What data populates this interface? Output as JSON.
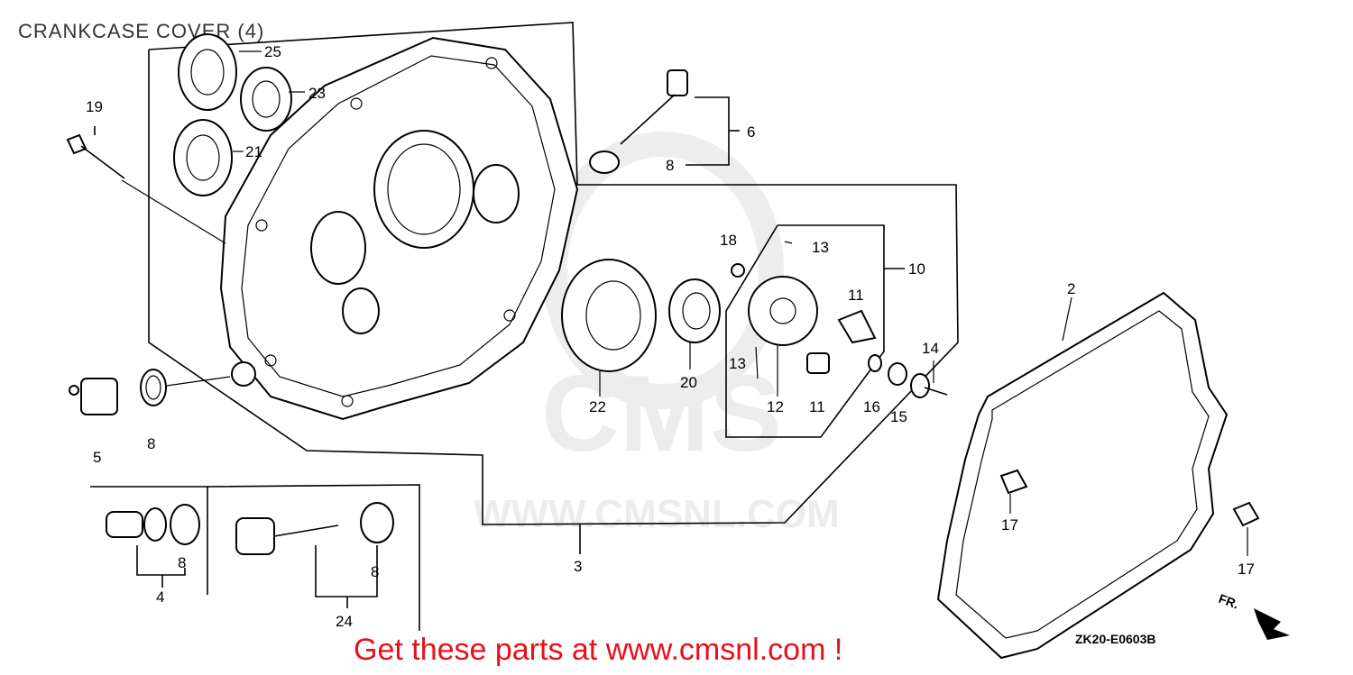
{
  "title": "CRANKCASE COVER (4)",
  "diagram_code": "ZK20-E0603B",
  "watermark": {
    "brand": "CMS",
    "url": "WWW.CMSNL.COM"
  },
  "direction_marker": "FR.",
  "cta_text": "Get these parts at www.cmsnl.com !",
  "callouts": [
    {
      "id": "c2",
      "label": "2"
    },
    {
      "id": "c3",
      "label": "3"
    },
    {
      "id": "c4",
      "label": "4"
    },
    {
      "id": "c5",
      "label": "5"
    },
    {
      "id": "c6",
      "label": "6"
    },
    {
      "id": "c8a",
      "label": "8"
    },
    {
      "id": "c8b",
      "label": "8"
    },
    {
      "id": "c8c",
      "label": "8"
    },
    {
      "id": "c8d",
      "label": "8"
    },
    {
      "id": "c10",
      "label": "10"
    },
    {
      "id": "c11a",
      "label": "11"
    },
    {
      "id": "c11b",
      "label": "11"
    },
    {
      "id": "c12",
      "label": "12"
    },
    {
      "id": "c13a",
      "label": "13"
    },
    {
      "id": "c13b",
      "label": "13"
    },
    {
      "id": "c14",
      "label": "14"
    },
    {
      "id": "c15",
      "label": "15"
    },
    {
      "id": "c16",
      "label": "16"
    },
    {
      "id": "c17a",
      "label": "17"
    },
    {
      "id": "c17b",
      "label": "17"
    },
    {
      "id": "c18",
      "label": "18"
    },
    {
      "id": "c19",
      "label": "19"
    },
    {
      "id": "c20",
      "label": "20"
    },
    {
      "id": "c21",
      "label": "21"
    },
    {
      "id": "c22",
      "label": "22"
    },
    {
      "id": "c23",
      "label": "23"
    },
    {
      "id": "c24",
      "label": "24"
    },
    {
      "id": "c25",
      "label": "25"
    }
  ]
}
